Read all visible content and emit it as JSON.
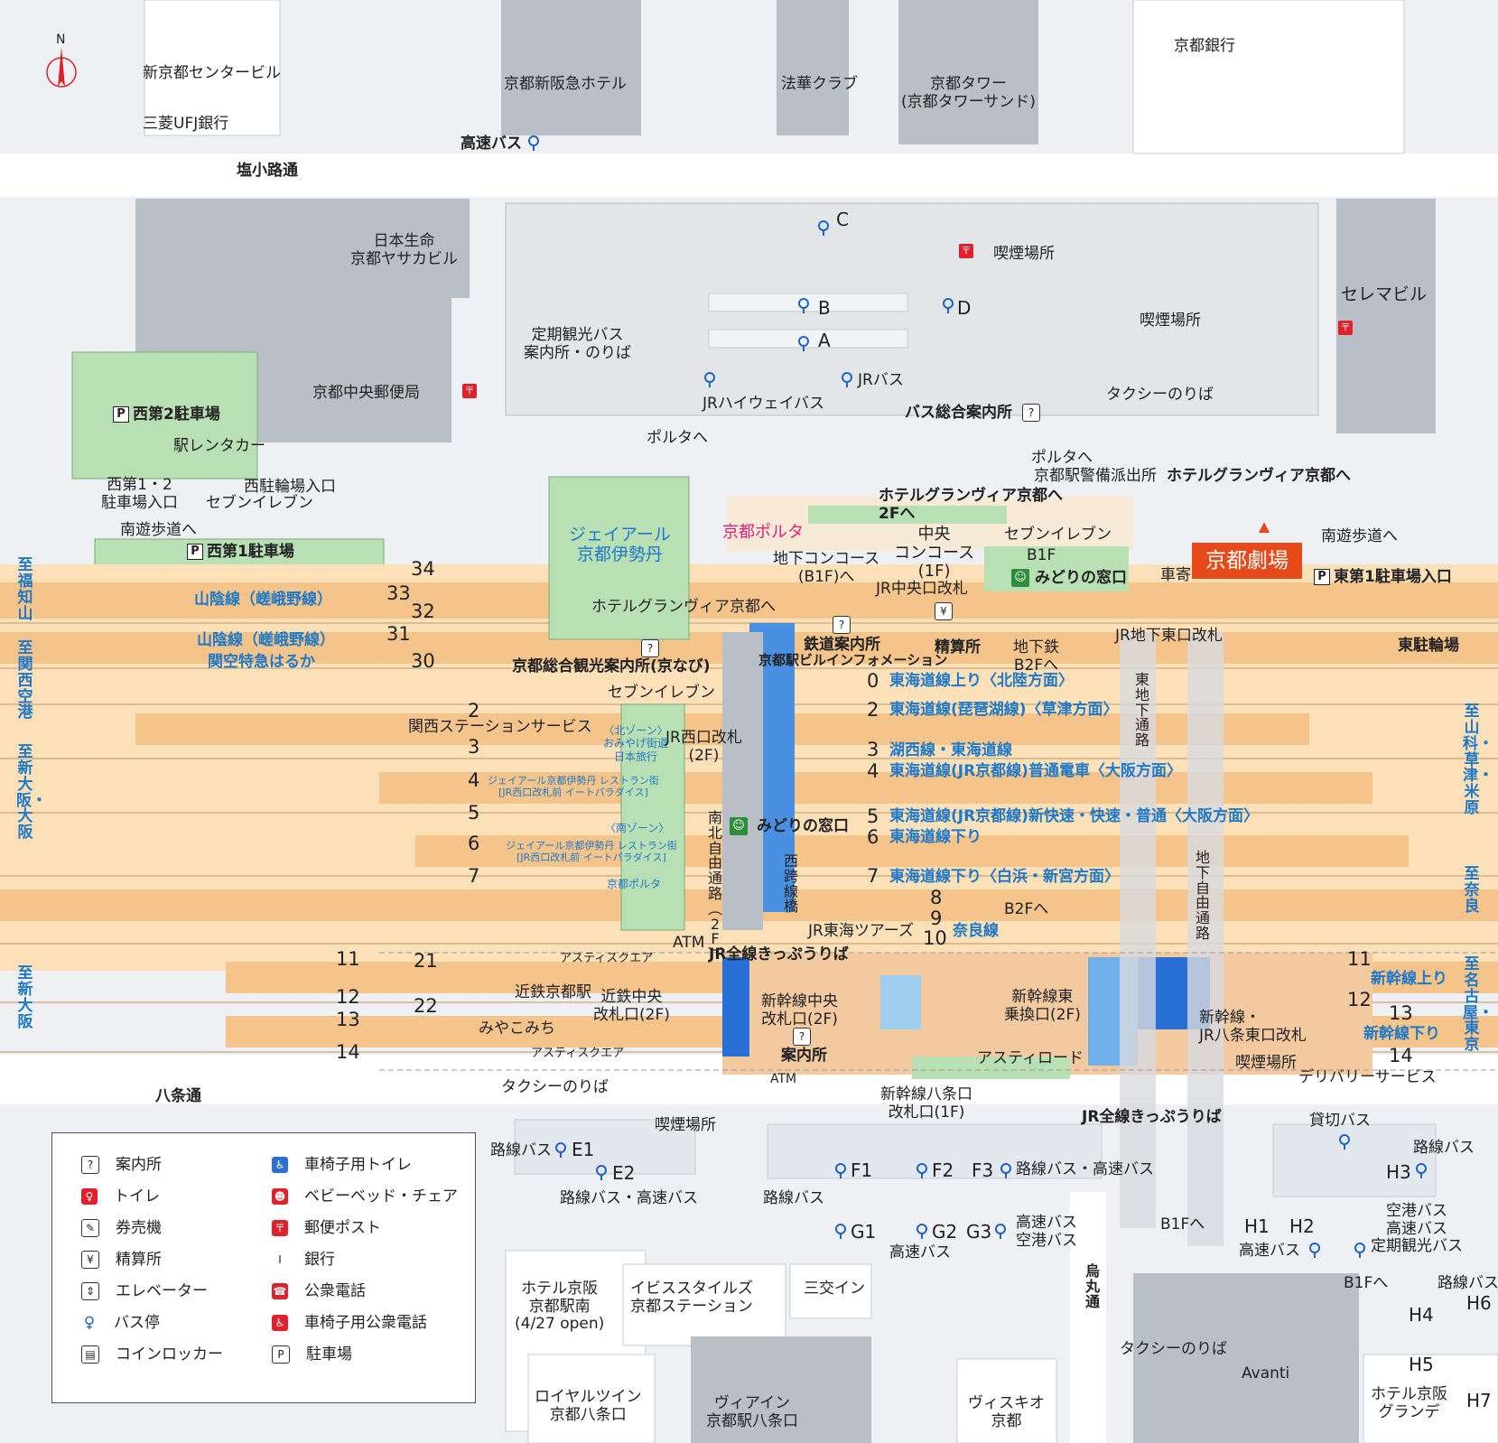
{
  "compass": {
    "label": "N"
  },
  "buildings": {
    "shin_kyoto_center": "新京都センタービル",
    "mufg": "三菱UFJ銀行",
    "shin_hankyu": "京都新阪急ホテル",
    "hokke": "法華クラブ",
    "kyoto_tower": "京都タワー\n(京都タワーサンド)",
    "kyoto_bank": "京都銀行",
    "nissay": "日本生命\n京都ヤサカビル",
    "central_post": "京都中央郵便局",
    "celeme": "セレマビル",
    "isetan": "ジェイアール\n京都伊勢丹",
    "kyoto_porta": "京都ポルタ",
    "kintetsu_kyoto": "近鉄京都駅",
    "miyakomichi": "みやこみち",
    "hotel_keihan_south": "ホテル京阪\n京都駅南\n(4/27 open)",
    "ibis": "イビススタイルズ\n京都ステーション",
    "sanko": "三交イン",
    "royal_twin": "ロイヤルツイン\n京都八条口",
    "via_inn": "ヴィアイン\n京都駅八条口",
    "whisky": "ヴィスキオ\n京都",
    "avanti": "Avanti",
    "hotel_keihan_grande": "ホテル京阪\nグランデ"
  },
  "roads": {
    "shiokoji": "塩小路通",
    "hachijo": "八条通",
    "karasuma": "烏\n丸\n通"
  },
  "parking": {
    "west2": "西第2駐車場",
    "west1": "西第1駐車場",
    "east1": "東第1駐車場入口",
    "east_bicycle": "東駐輪場",
    "west12_entrance": "西第1・2\n駐車場入口",
    "west_bicycle_entrance": "西駐輪場入口",
    "ekirent": "駅レンタカー",
    "seven_west": "セブンイレブン",
    "south_walkway_w": "南遊歩道へ",
    "south_walkway_e": "南遊歩道へ"
  },
  "bus": {
    "highway_top": "高速バス",
    "c": "C",
    "b": "B",
    "a": "A",
    "d": "D",
    "smoking_top": "喫煙場所",
    "teiki": "定期観光バス\n案内所・のりば",
    "jr_highway": "JRハイウェイバス",
    "jr_bus": "JRバス",
    "info": "バス総合案内所",
    "porta_to1": "ポルタへ",
    "porta_to2": "ポルタへ",
    "smoking_right": "喫煙場所",
    "taxi_top": "タクシーのりば",
    "police": "京都駅警備派出所"
  },
  "station": {
    "hotel_granvia_2f": "ホテルグランヴィア京都へ\n2Fへ",
    "hotel_granvia_right": "ホテルグランヴィア京都へ",
    "chuo_concourse": "中央\nコンコース\n(1F)",
    "chika_concourse": "地下コンコース\n(B1F)へ",
    "seven_center": "セブンイレブン",
    "b1f": "B1F",
    "midori_top": "みどりの窓口",
    "kuruma": "車寄",
    "chuo_gate": "JR中央口改札",
    "hotel_granvia_left": "ホテルグランヴィア京都へ",
    "tetsudo_info": "鉄道案内所",
    "bldg_info": "京都駅ビルインフォメーション",
    "seisanjo": "精算所",
    "subway_b2f": "地下鉄\nB2Fへ",
    "jr_east_gate": "JR地下東口改札",
    "kanko_info": "京都総合観光案内所(京なび)",
    "seven_inner": "セブンイレブン",
    "kansai_service": "関西ステーションサービス",
    "north_zone": "〈北ゾーン〉\nおみやげ街道\n日本旅行",
    "isetan_resto": "ジェイアール京都伊勢丹 レストラン街\n[JR西口改札前 イートパラダイス]",
    "south_zone": "〈南ゾーン〉",
    "isetan_resto2": "ジェイアール京都伊勢丹 レストラン街\n[JR西口改札前 イートパラダイス]",
    "porta_small": "京都ポルタ",
    "west_gate": "JR西口改札\n(2F)",
    "midori_mid": "みどりの窓口",
    "nanboku": "南\n北\n自\n由\n通\n路\n︵\n2\nF\n︶",
    "seikyo": "西\n跨\n線\n橋",
    "atm1": "ATM",
    "jr_tokai_tours": "JR東海ツアーズ",
    "b2f_right": "B2Fへ",
    "higashi_chika": "東\n地\n下\n通\n路",
    "chika_jiyu": "地\n下\n自\n由\n通\n路",
    "kippu1": "JR全線きっぷうりば",
    "asty_square1": "アスティスクエア",
    "kintetsu_chuo": "近鉄中央\n改札口(2F)",
    "shinkansen_chuo": "新幹線中央\n改札口(2F)",
    "annai": "案内所",
    "atm2": "ATM",
    "shinkansen_east": "新幹線東\n乗換口(2F)",
    "asty_road": "アスティロード",
    "shinkansen_hachijo": "新幹線八条口\n改札口(1F)",
    "kippu2": "JR全線きっぷうりば",
    "asty_square2": "アスティスクエア",
    "taxi_south": "タクシーのりば",
    "smoking_south": "喫煙場所",
    "shinkansen_jr_hachijo": "新幹線・\nJR八条東口改札",
    "smoking_south2": "喫煙場所",
    "delivery": "デリバリーサービス"
  },
  "theater": "京都劇場",
  "lines": [
    {
      "label": "山陰線（嵯峨野線）"
    },
    {
      "label": "山陰線（嵯峨野線）"
    },
    {
      "label": "関空特急はるか"
    },
    {
      "label": "東海道線上り〈北陸方面〉"
    },
    {
      "label": "東海道線(琵琶湖線)〈草津方面〉"
    },
    {
      "label": "湖西線・東海道線"
    },
    {
      "label": "東海道線(JR京都線)普通電車〈大阪方面〉"
    },
    {
      "label": "東海道線(JR京都線)新快速・快速・普通〈大阪方面〉"
    },
    {
      "label": "東海道線下り"
    },
    {
      "label": "東海道線下り〈白浜・新宮方面〉"
    },
    {
      "label": "奈良線"
    },
    {
      "label": "新幹線上り"
    },
    {
      "label": "新幹線下り"
    }
  ],
  "track_numbers": [
    "34",
    "33",
    "32",
    "31",
    "30",
    "0",
    "2",
    "2",
    "3",
    "3",
    "4",
    "4",
    "5",
    "5",
    "6",
    "6",
    "7",
    "7",
    "8",
    "9",
    "10",
    "11",
    "21",
    "12",
    "22",
    "13",
    "14",
    "11",
    "12",
    "13",
    "14"
  ],
  "destinations": {
    "left": "至福知山",
    "left2": "至関西空港",
    "left3": "至新大阪・大阪",
    "left4": "至新大阪",
    "right1": "至山科・草津・米原",
    "right2": "至奈良",
    "right3": "至名古屋・東京"
  },
  "south_bus": {
    "e1": "E1",
    "e2": "E2",
    "rosen_e": "路線バス",
    "rosen_highway_e": "路線バス・高速バス",
    "f1": "F1",
    "f2": "F2",
    "f3": "F3",
    "rosen_highway_f": "路線バス・高速バス",
    "rosen_f": "路線バス",
    "g1": "G1",
    "g2": "G2",
    "g3": "G3",
    "highway_g": "高速バス",
    "highway_air_g": "高速バス\n空港バス",
    "charter": "貸切バス",
    "rosen_h": "路線バス",
    "h1": "H1",
    "h2": "H2",
    "h3": "H3",
    "highway_h1": "高速バス",
    "air_h": "空港バス\n高速バス\n定期観光バス",
    "b1f_1": "B1Fへ",
    "b1f_2": "B1Fへ",
    "rosen_h4": "路線バス",
    "h4": "H4",
    "h5": "H5",
    "h6": "H6",
    "h7": "H7",
    "taxi_karasuma": "タクシーのりば"
  },
  "legend": {
    "items_left": [
      "案内所",
      "トイレ",
      "券売機",
      "精算所",
      "エレベーター",
      "バス停",
      "コインロッカー"
    ],
    "items_right": [
      "車椅子用トイレ",
      "ベビーベッド・チェア",
      "郵便ポスト",
      "銀行",
      "公衆電話",
      "車椅子用公衆電話",
      "駐車場"
    ]
  },
  "colors": {
    "platform": "#f5c48a",
    "track": "#fbe0b8",
    "building": "#b9bfc6",
    "isetan": "#b9dfb4",
    "blue_accent": "#1f78c8",
    "theater": "#e64a1a"
  }
}
